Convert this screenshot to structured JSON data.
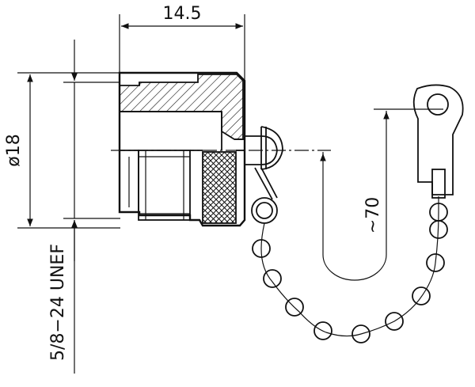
{
  "dimensions": {
    "length": "14.5",
    "diameter": "ø18",
    "thread": "5/8−24 UNEF",
    "chain_length": "~70"
  },
  "colors": {
    "line": "#111111",
    "background": "#ffffff"
  }
}
